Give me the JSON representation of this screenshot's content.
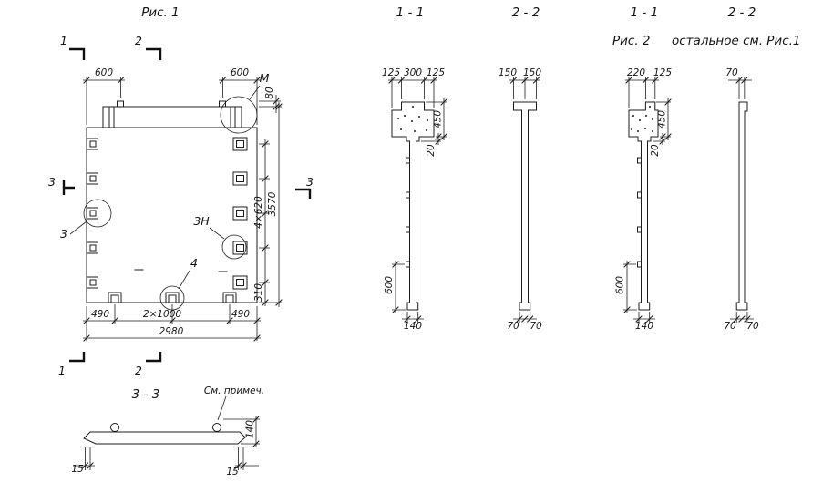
{
  "fig1": {
    "title": "Рис. 1",
    "section_marker_1_top": "1",
    "section_marker_2_top": "2",
    "section_marker_3_left": "3",
    "section_marker_3_right": "3",
    "section_marker_1_bottom": "1",
    "section_marker_2_bottom": "2",
    "detail_m": "М",
    "detail_3": "3",
    "detail_3n": "3Н",
    "detail_4": "4",
    "dim_600_left": "600",
    "dim_600_right": "600",
    "dim_80": "80",
    "dim_4x620": "4×620",
    "dim_3570": "3570",
    "dim_310": "310",
    "dim_490_left": "490",
    "dim_2x1000": "2×1000",
    "dim_490_right": "490",
    "dim_2980": "2980"
  },
  "section_1_1_fig1": {
    "title": "1 - 1",
    "dim_125_left": "125",
    "dim_300": "300",
    "dim_125_right": "125",
    "dim_450": "450",
    "dim_20": "20",
    "dim_600": "600",
    "dim_140": "140"
  },
  "section_2_2_fig1": {
    "title": "2 - 2",
    "dim_150_left": "150",
    "dim_150_right": "150",
    "dim_70_left": "70",
    "dim_70_right": "70"
  },
  "section_1_1_fig2": {
    "title": "1 - 1",
    "note_prefix": "Рис. 2",
    "note_text": "остальное см. Рис.1",
    "dim_220": "220",
    "dim_125": "125",
    "dim_450": "450",
    "dim_20": "20",
    "dim_600": "600",
    "dim_140": "140"
  },
  "section_2_2_fig2": {
    "title": "2 - 2",
    "dim_70_top": "70",
    "dim_70_left": "70",
    "dim_70_right": "70"
  },
  "section_3_3": {
    "title": "3 - 3",
    "note": "См. примеч.",
    "dim_140": "140",
    "dim_15_left": "15",
    "dim_15_right": "15"
  }
}
